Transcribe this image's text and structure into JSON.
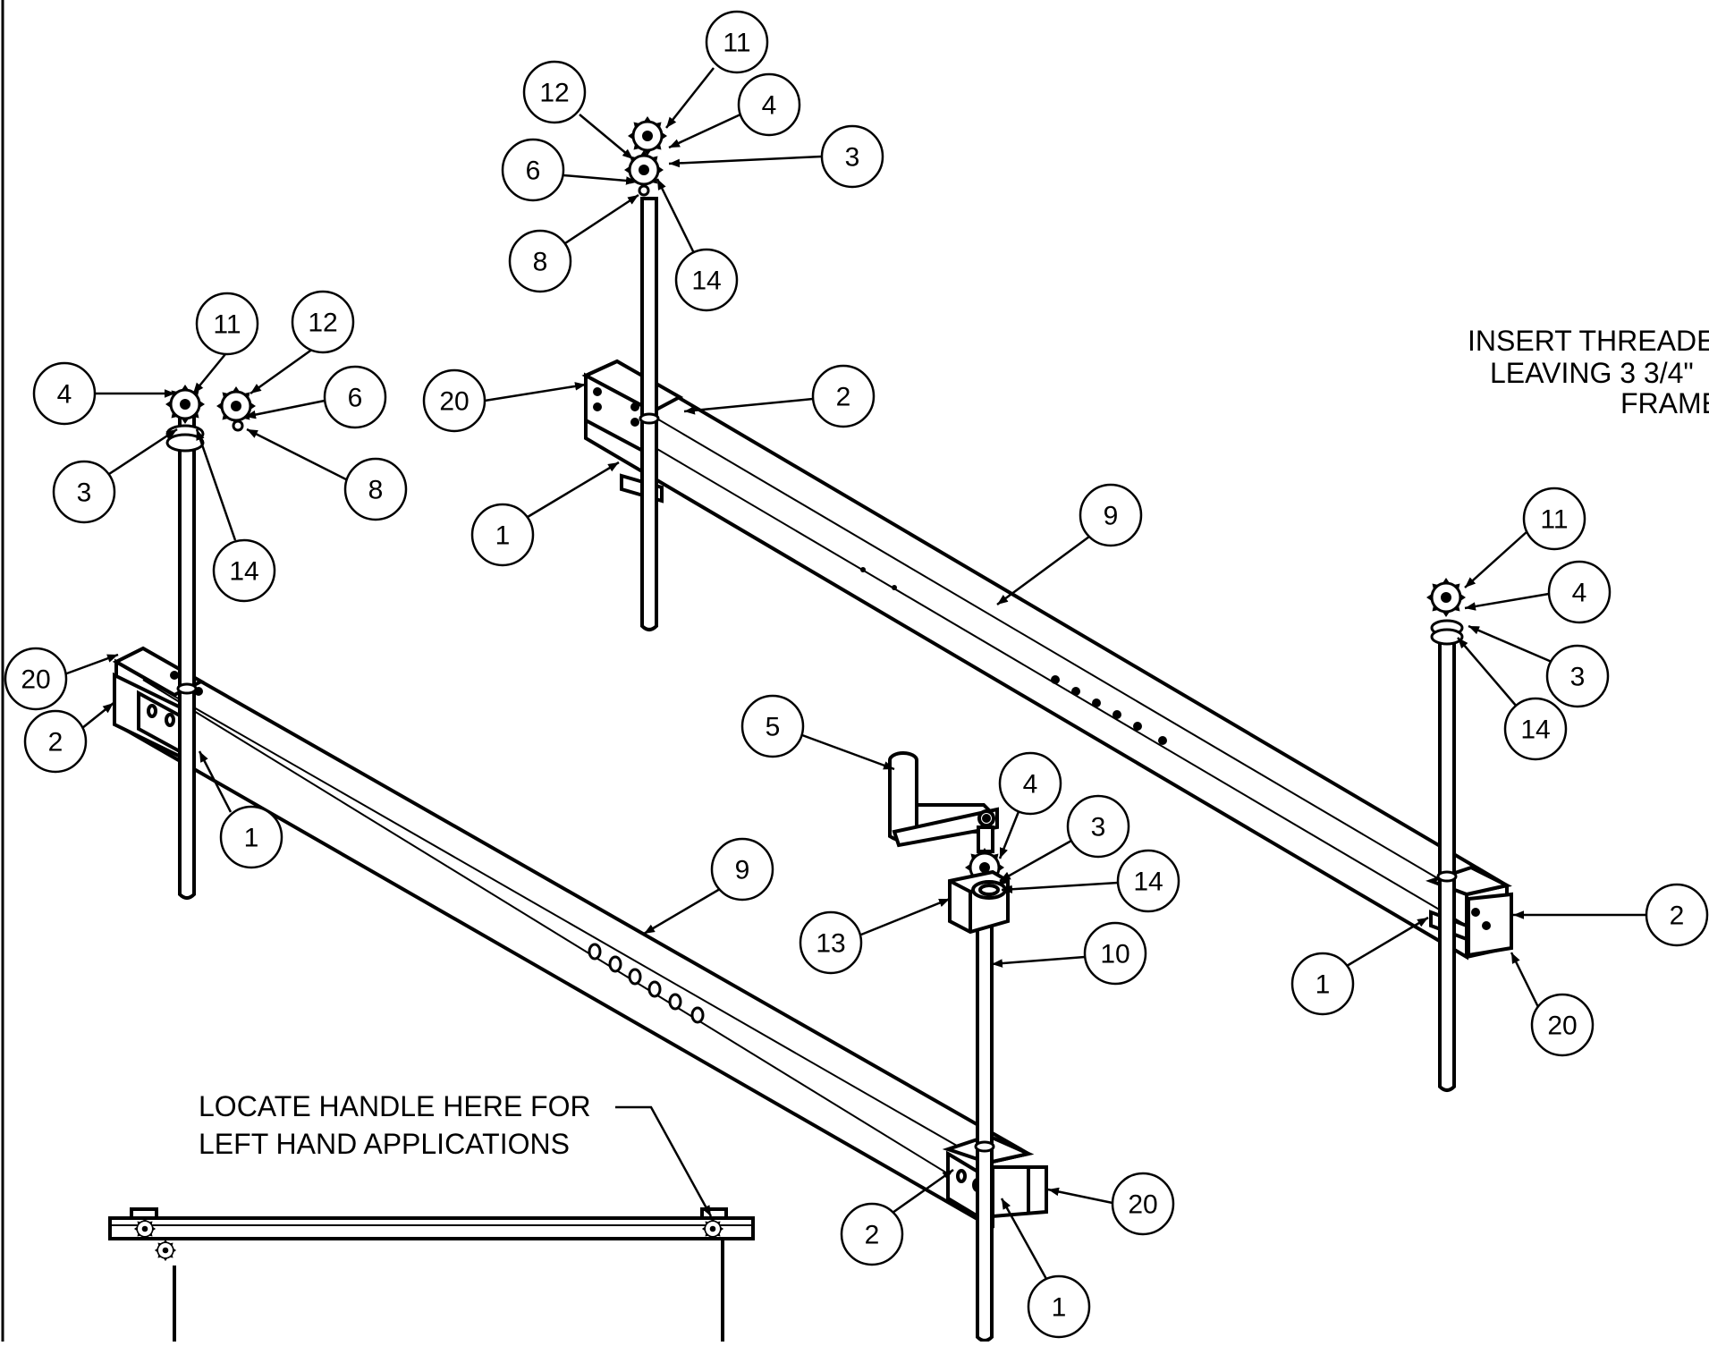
{
  "notes": {
    "handle_location_line1": "LOCATE HANDLE HERE FOR",
    "handle_location_line2": "LEFT HAND APPLICATIONS",
    "insert_line1": "INSERT THREADE",
    "insert_line2": "LEAVING 3 3/4\"",
    "insert_line3": "FRAME"
  },
  "balloons": {
    "top_post_11": "11",
    "top_post_12": "12",
    "top_post_4": "4",
    "top_post_3": "3",
    "top_post_6": "6",
    "top_post_8": "8",
    "top_post_14": "14",
    "left_post_11": "11",
    "left_post_12": "12",
    "left_post_4": "4",
    "left_post_6": "6",
    "left_post_3": "3",
    "left_post_8": "8",
    "left_post_14": "14",
    "back_bar_20": "20",
    "back_bar_2": "2",
    "back_bar_1": "1",
    "back_bar_9": "9",
    "front_bar_20": "20",
    "front_bar_2": "2",
    "front_bar_1": "1",
    "front_bar_9": "9",
    "right_post_11": "11",
    "right_post_4": "4",
    "right_post_3": "3",
    "right_post_14": "14",
    "right_end_2": "2",
    "right_end_1": "1",
    "right_end_20": "20",
    "crank_5": "5",
    "crank_4": "4",
    "crank_3": "3",
    "crank_14": "14",
    "crank_13": "13",
    "crank_10": "10",
    "front_end_2": "2",
    "front_end_20": "20",
    "front_end_1": "1"
  },
  "colors": {
    "line": "#000000",
    "background": "#ffffff"
  }
}
